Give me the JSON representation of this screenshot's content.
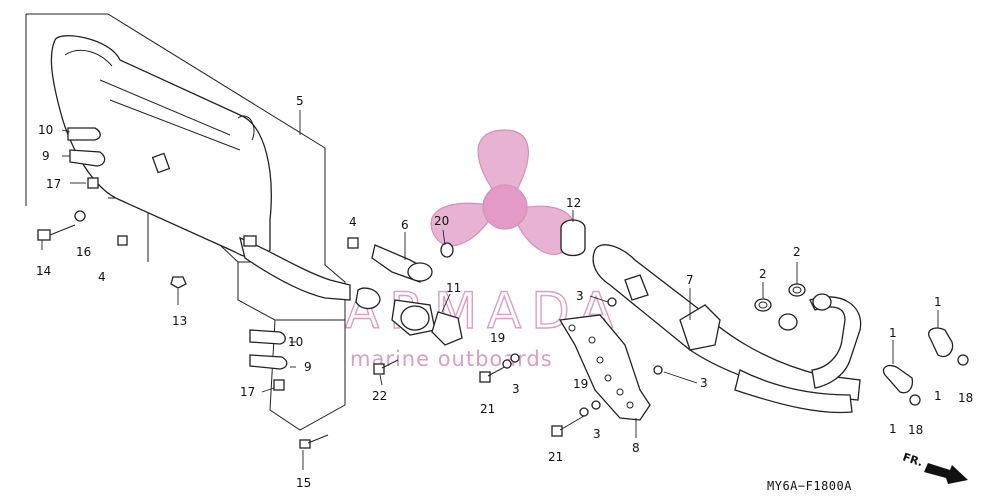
{
  "diagram": {
    "callouts": [
      {
        "id": "c5",
        "text": "5"
      },
      {
        "id": "c10a",
        "text": "10"
      },
      {
        "id": "c9a",
        "text": "9"
      },
      {
        "id": "c17a",
        "text": "17"
      },
      {
        "id": "c14",
        "text": "14"
      },
      {
        "id": "c16",
        "text": "16"
      },
      {
        "id": "c4a",
        "text": "4"
      },
      {
        "id": "c13",
        "text": "13"
      },
      {
        "id": "c4b",
        "text": "4"
      },
      {
        "id": "c6",
        "text": "6"
      },
      {
        "id": "c20",
        "text": "20"
      },
      {
        "id": "c12",
        "text": "12"
      },
      {
        "id": "c11",
        "text": "11"
      },
      {
        "id": "c10b",
        "text": "10"
      },
      {
        "id": "c9b",
        "text": "9"
      },
      {
        "id": "c17b",
        "text": "17"
      },
      {
        "id": "c22",
        "text": "22"
      },
      {
        "id": "c15",
        "text": "15"
      },
      {
        "id": "c3a",
        "text": "3"
      },
      {
        "id": "c19a",
        "text": "19"
      },
      {
        "id": "c3b",
        "text": "3"
      },
      {
        "id": "c21a",
        "text": "21"
      },
      {
        "id": "c19b",
        "text": "19"
      },
      {
        "id": "c3c",
        "text": "3"
      },
      {
        "id": "c21b",
        "text": "21"
      },
      {
        "id": "c8",
        "text": "8"
      },
      {
        "id": "c3d",
        "text": "3"
      },
      {
        "id": "c7",
        "text": "7"
      },
      {
        "id": "c2a",
        "text": "2"
      },
      {
        "id": "c2b",
        "text": "2"
      },
      {
        "id": "c1a",
        "text": "1"
      },
      {
        "id": "c1b",
        "text": "1"
      },
      {
        "id": "c1c",
        "text": "1"
      },
      {
        "id": "c1d",
        "text": "1"
      },
      {
        "id": "c18a",
        "text": "18"
      },
      {
        "id": "c18b",
        "text": "18"
      }
    ],
    "diagram_code": "MY6A−F1800A",
    "direction_label": "FR.",
    "watermark": {
      "brand": "ARMADA",
      "tagline": "marine outboards",
      "color": "#d9a0c4"
    }
  }
}
